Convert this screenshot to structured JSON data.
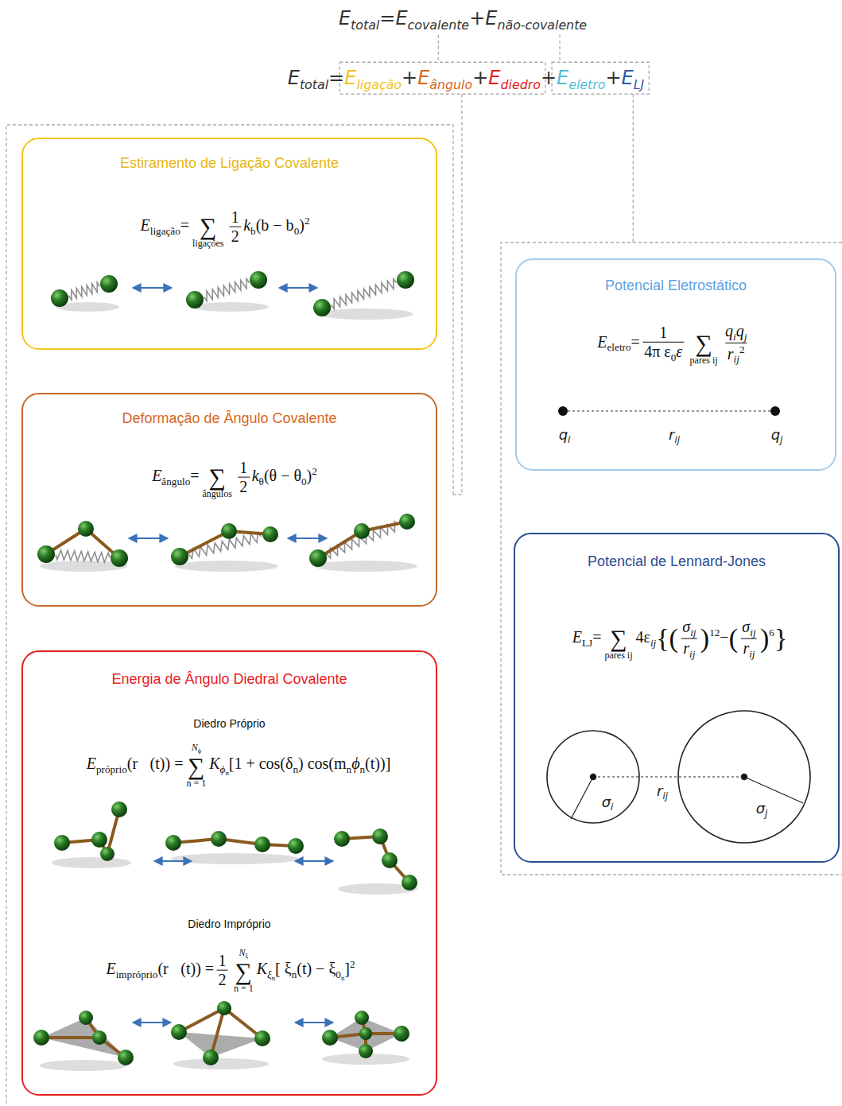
{
  "diagram": {
    "nodes": [
      {
        "text": [
          "Estiramento de Ligação Covalente"
        ]
      },
      {
        "text": [
          "Deformação de Ângulo Covalente"
        ]
      },
      {
        "text": [
          "Energia de Ângulo Diedral Covalente",
          "Diedro Próprio",
          "Diedro Impróprio"
        ]
      },
      {
        "text": [
          "Potencial Eletrostático"
        ]
      },
      {
        "text": [
          "Potencial de Lennard-Jones"
        ]
      }
    ],
    "labels": [
      "E",
      "total",
      "=",
      "E",
      "covalente",
      "+",
      "E",
      "não-covalente",
      "E",
      "total",
      "=",
      "E",
      "ligação",
      "+",
      "E",
      "ângulo",
      "+",
      "E",
      "diedro",
      "+",
      "E",
      "eletro",
      "+",
      "E",
      "LJ",
      "E",
      "ligação",
      "=",
      "∑",
      "ligações",
      "1",
      "2",
      "k",
      "b",
      "(b − b",
      "0",
      ")",
      "2",
      "E",
      "ângulo",
      "=",
      "∑",
      "ângulos",
      "1",
      "2",
      "k",
      "θ",
      "(θ − θ",
      "0",
      ")",
      "2",
      "E",
      "próprio",
      "(r⃗(t)) =",
      "N",
      "ϕ",
      "∑",
      "n = 1",
      "K",
      "ϕ",
      "n",
      "[1 + cos(δ",
      "n",
      ") cos(m",
      "n",
      "ϕ",
      "n",
      "(t))]",
      "E",
      "impróprio",
      "(r⃗(t)) =",
      "1",
      "2",
      "N",
      "ξ",
      "∑",
      "n = 1",
      "K",
      "ξ",
      "n",
      "[ ξ",
      "n",
      "(t) − ξ",
      "0",
      "n",
      "]",
      "2",
      "E",
      "eletro",
      "=",
      "1",
      "4π ε",
      "0",
      "ε",
      "∑",
      "pares ij",
      "q",
      "i",
      "q",
      "j",
      "r",
      "ij",
      "2",
      "E",
      "LJ",
      "=",
      "∑",
      "pares ij",
      "4ε",
      "ij",
      "{",
      "(",
      "σ",
      "ij",
      "r",
      "ij",
      ")",
      "12",
      "−",
      "(",
      "σ",
      "ij",
      "r",
      "ij",
      ")",
      "6",
      "}",
      "q",
      "i",
      "r",
      "ij",
      "q",
      "j",
      "σ",
      "i",
      "r",
      "ij",
      "σ",
      "j"
    ]
  }
}
